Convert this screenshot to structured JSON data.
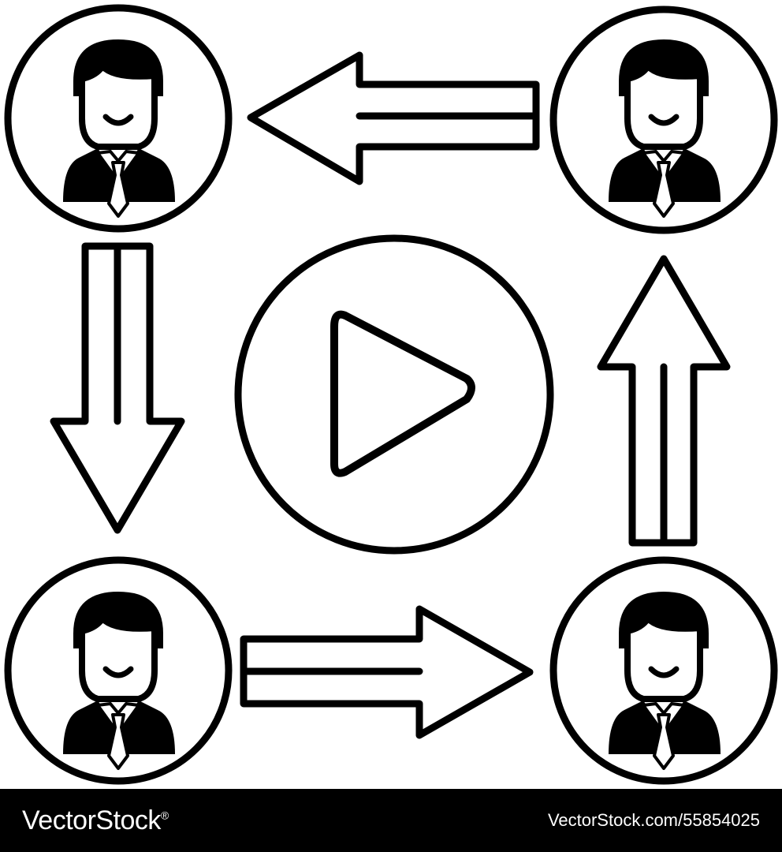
{
  "diagram": {
    "people": [
      {
        "id": "person-top-left"
      },
      {
        "id": "person-top-right"
      },
      {
        "id": "person-bottom-left"
      },
      {
        "id": "person-bottom-right"
      }
    ],
    "arrows": [
      {
        "from": "person-top-right",
        "to": "person-top-left",
        "direction": "left"
      },
      {
        "from": "person-top-left",
        "to": "person-bottom-left",
        "direction": "down"
      },
      {
        "from": "person-bottom-left",
        "to": "person-bottom-right",
        "direction": "right"
      },
      {
        "from": "person-bottom-right",
        "to": "person-top-right",
        "direction": "up"
      }
    ],
    "center_icon": "play-icon"
  },
  "footer": {
    "brand": "VectorStock",
    "brand_mark": "®",
    "image_id": "VectorStock.com/55854025"
  },
  "colors": {
    "ink": "#000000",
    "background": "#ffffff"
  }
}
